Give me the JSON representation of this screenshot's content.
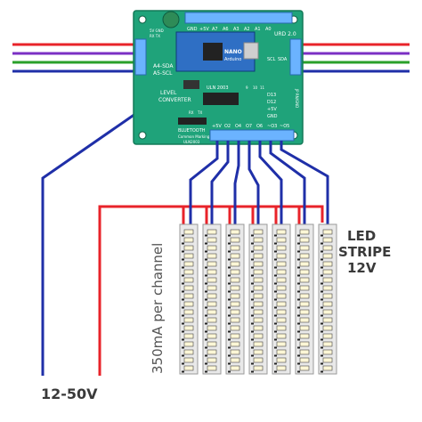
{
  "board": {
    "top_pins": [
      "GND",
      "+5V",
      "A7",
      "A6",
      "A3",
      "A2",
      "A1",
      "A0",
      "URD 2.0"
    ],
    "top_right_label": "URD 2.0",
    "nano_label": "NANO",
    "arduino_label": "Arduino",
    "left_labels": [
      "A4-SDA",
      "A5-SCL"
    ],
    "right_labels": [
      "SCL",
      "SDA",
      "+5V",
      "GND"
    ],
    "level_converter": [
      "LEVEL",
      "CONVERTER"
    ],
    "uln_label": "ULN 2003",
    "uln_bottom": "ULN2003",
    "bluetooth": [
      "BLUETOOTH",
      "Common Marking"
    ],
    "rx_tx": [
      "RX",
      "TX"
    ],
    "d_labels": [
      "D13",
      "D12",
      "+5V",
      "GND"
    ],
    "bottom_pins": [
      "+5V",
      "O2",
      "O4",
      "O7",
      "O6",
      "~O3",
      "~O5"
    ],
    "pins_910": [
      "9",
      "10",
      "11"
    ],
    "top_left_small": [
      "5V GND",
      "RX TX"
    ],
    "jp_label": "JP RN/GND"
  },
  "labels": {
    "supply": "12-50V",
    "led_stripe": [
      "LED",
      "STRIPE",
      "12V"
    ],
    "current": "350mA per channel"
  },
  "colors": {
    "board": "#1fa37a",
    "positive": "#e8232a",
    "negative": "#1f2fa8",
    "scl": "#7b2fc4",
    "sda": "#2aa02a",
    "gnd_line": "#1f2fa8",
    "vcc_line": "#e8232a"
  },
  "stripes": {
    "count": 7
  }
}
